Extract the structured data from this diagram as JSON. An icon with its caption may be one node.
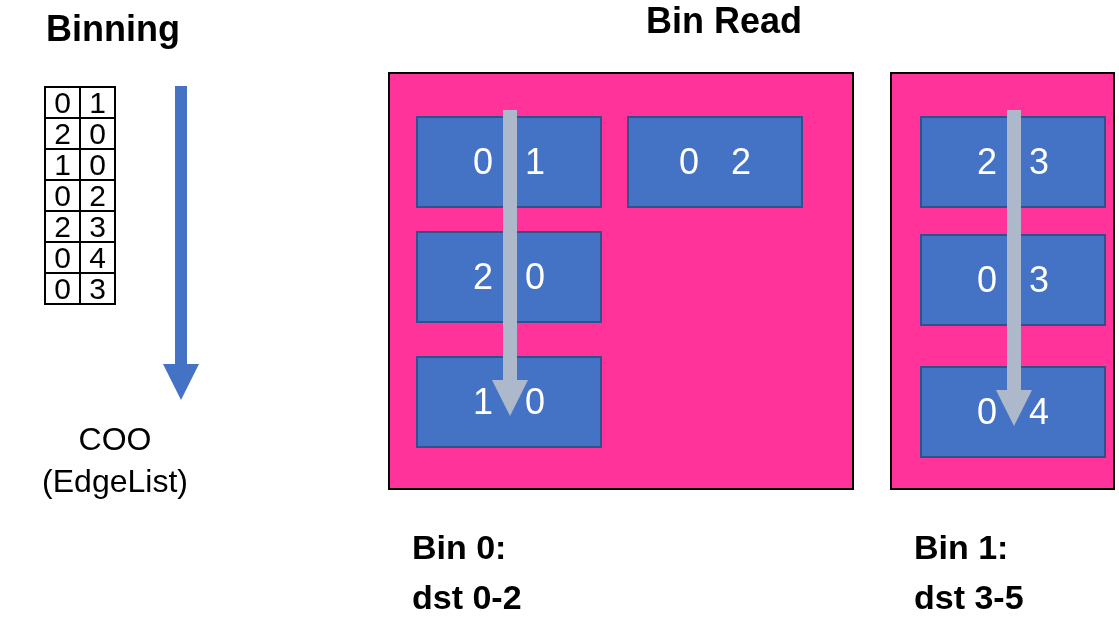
{
  "diagram": {
    "nodes": [
      {
        "text": [],
        "shape": "box",
        "beside": [
          "Bin 0: dst 0-2"
        ]
      },
      {
        "text": [
          "0 1"
        ],
        "in": 0
      },
      {
        "text": [
          "0 2"
        ],
        "in": 0
      },
      {
        "text": [
          "2 0"
        ],
        "in": 0
      },
      {
        "text": [
          "1 0"
        ],
        "in": 0
      },
      {
        "text": [],
        "shape": "box",
        "beside": [
          "Bin 1: dst 3-5"
        ]
      },
      {
        "text": [
          "2 3"
        ],
        "in": 5
      },
      {
        "text": [
          "0 3"
        ],
        "in": 5
      },
      {
        "text": [
          "0 4"
        ],
        "in": 5
      }
    ],
    "edges": [
      {
        "from": 1,
        "to": 3,
        "arrow": "none"
      },
      {
        "from": 3,
        "to": 4,
        "arrow": "to"
      },
      {
        "from": 6,
        "to": 7,
        "arrow": "none"
      },
      {
        "from": 7,
        "to": 8,
        "arrow": "to"
      }
    ],
    "labels": [
      "Binning",
      "Bin Read",
      "0",
      "1",
      "2",
      "0",
      "1",
      "0",
      "0",
      "2",
      "2",
      "3",
      "0",
      "4",
      "0",
      "3",
      "COO (EdgeList)"
    ]
  }
}
